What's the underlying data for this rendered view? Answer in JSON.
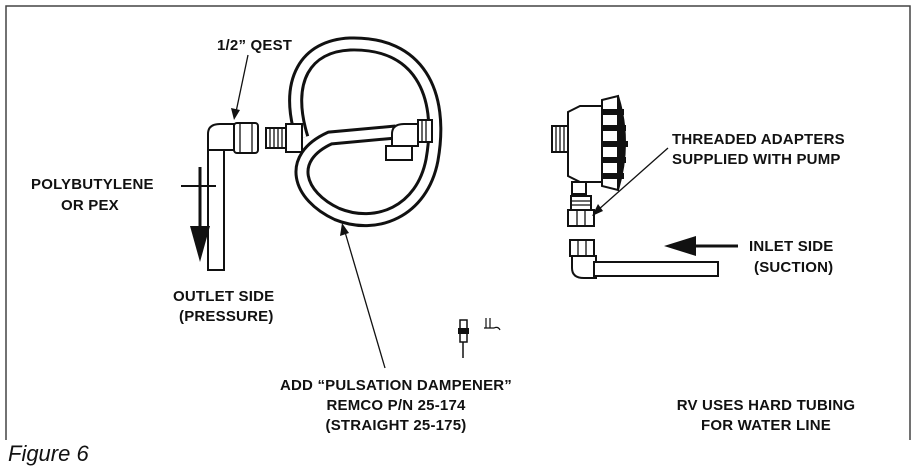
{
  "figure_caption": "Figure 6",
  "labels": {
    "qest": "1/2” QEST",
    "pipe_type_line1": "POLYBUTYLENE",
    "pipe_type_line2": "OR PEX",
    "outlet_line1": "OUTLET SIDE",
    "outlet_line2": "(PRESSURE)",
    "dampener_line1": "ADD “PULSATION DAMPENER”",
    "dampener_line2": "REMCO P/N 25-174",
    "dampener_line3": "(STRAIGHT 25-175)",
    "adapters_line1": "THREADED ADAPTERS",
    "adapters_line2": "SUPPLIED WITH PUMP",
    "inlet_line1": "INLET SIDE",
    "inlet_line2": "(SUCTION)",
    "rv_line1": "RV USES HARD TUBING",
    "rv_line2": "FOR WATER LINE"
  },
  "colors": {
    "ink": "#111111",
    "background": "#ffffff",
    "frame": "#444444"
  }
}
